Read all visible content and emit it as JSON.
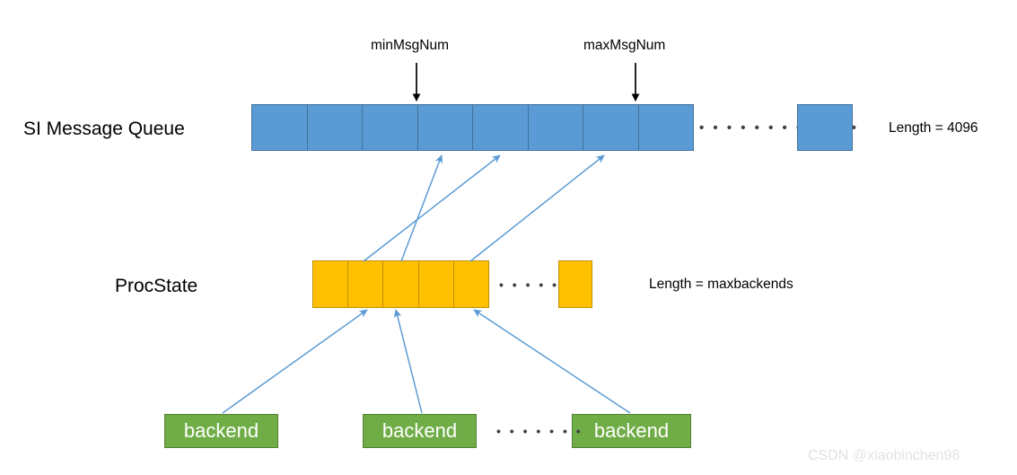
{
  "diagram": {
    "title_rows": [
      {
        "label": "SI Message Queue"
      },
      {
        "label": "ProcState"
      }
    ],
    "pointers": [
      {
        "name": "minMsgNum",
        "label": "minMsgNum"
      },
      {
        "name": "maxMsgNum",
        "label": "maxMsgNum"
      }
    ],
    "queue": {
      "label": "SI Message Queue",
      "cell_count": 8,
      "length_label": "Length = 4096",
      "ellipsis": "• • • • • • • • • • • •",
      "color": "#5B9BD5",
      "border_color": "#41719C"
    },
    "procstate": {
      "label": "ProcState",
      "cell_count": 5,
      "length_label": "Length = maxbackends",
      "ellipsis": "• • • • • • •",
      "color": "#FFC000",
      "border_color": "#BF9000"
    },
    "backends": {
      "items": [
        {
          "label": "backend"
        },
        {
          "label": "backend"
        },
        {
          "label": "backend"
        }
      ],
      "ellipsis": "• • • • • • •",
      "color": "#70AD47",
      "border_color": "#548235",
      "text_color": "#FFFFFF"
    },
    "arrow_color": "#5B9BD5",
    "pointer_arrow_color": "#000000",
    "watermark": "CSDN @xiaobinchen98"
  }
}
